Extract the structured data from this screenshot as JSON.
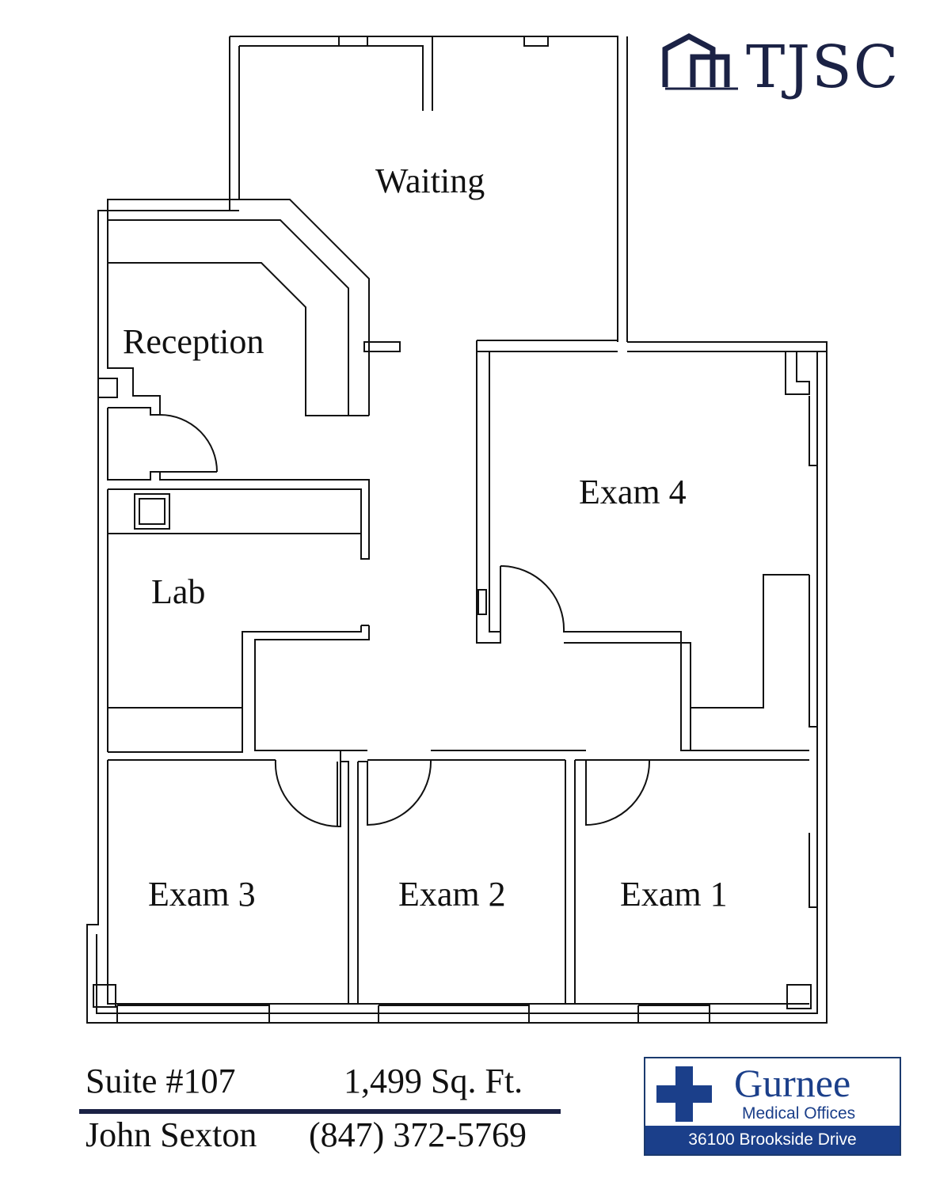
{
  "brand": {
    "logo_text": "TJSC",
    "logo_icon": "building-icon"
  },
  "rooms": {
    "waiting": "Waiting",
    "reception": "Reception",
    "lab": "Lab",
    "exam4": "Exam 4",
    "exam3": "Exam 3",
    "exam2": "Exam 2",
    "exam1": "Exam 1"
  },
  "footer": {
    "suite": "Suite #107",
    "area": "1,499 Sq. Ft.",
    "contact_name": "John Sexton",
    "phone": "(847) 372-5769"
  },
  "gurnee": {
    "name": "Gurnee",
    "subtitle": "Medical Offices",
    "address": "36100 Brookside Drive",
    "icon": "medical-cross-icon"
  },
  "colors": {
    "navy": "#1b2245",
    "medical_blue": "#1b3f8a",
    "wall": "#111111"
  }
}
